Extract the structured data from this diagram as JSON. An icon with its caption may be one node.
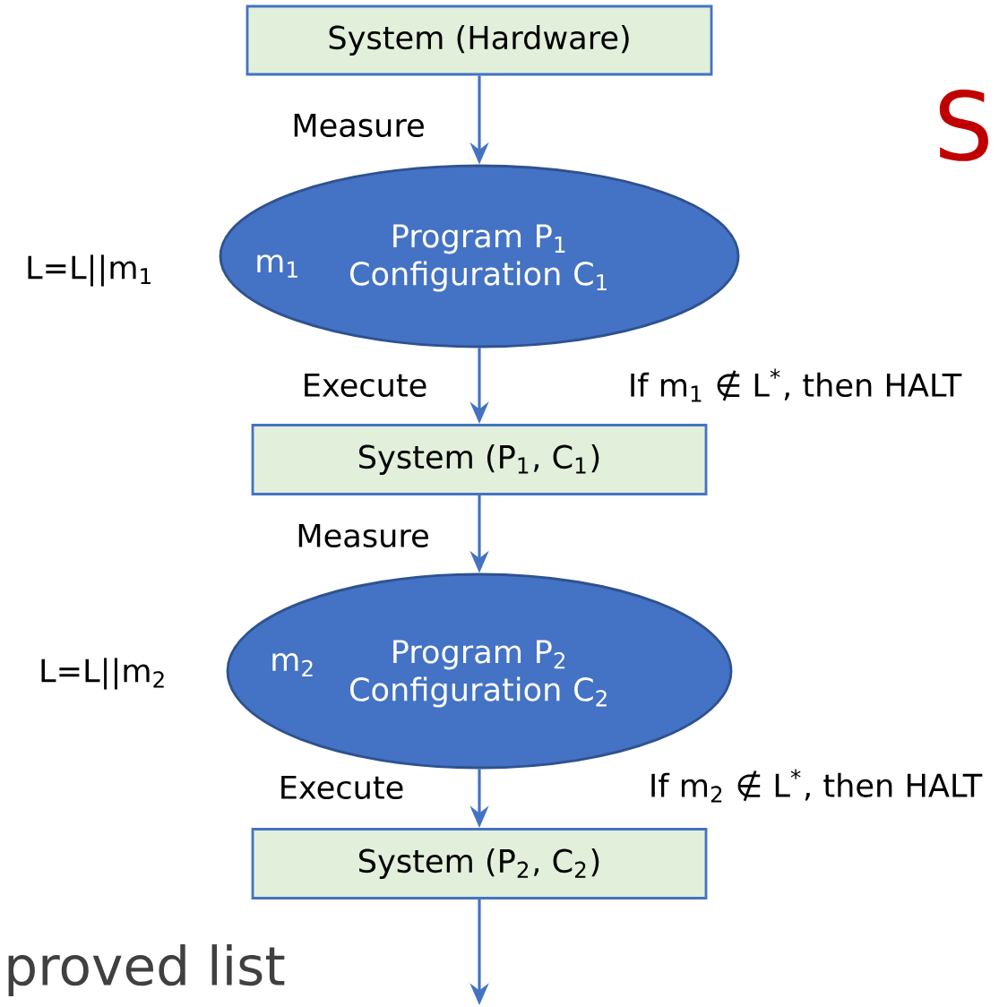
{
  "diagram": {
    "nodes": [
      {
        "text": [
          "System (Hardware)"
        ]
      },
      {
        "text": [
          "m$_{1}$",
          "Program P$_{1}$ Configuration C$_{1}$"
        ],
        "beside": [
          "L=L||m$_{1}$"
        ]
      },
      {
        "text": [
          "System (P$_{1}$, C$_{1}$)"
        ]
      },
      {
        "text": [
          "m$_{2}$",
          "Program P$_{2}$ Configuration C$_{2}$"
        ],
        "beside": [
          "L=L||m$_{2}$"
        ]
      },
      {
        "text": [
          "System (P$_{2}$, C$_{2}$)"
        ]
      }
    ],
    "edges": [
      {
        "from": 0,
        "to": 1,
        "arrow": "to",
        "label": "Measure"
      },
      {
        "from": 1,
        "to": 2,
        "arrow": "to",
        "label": "Execute"
      },
      {
        "from": 2,
        "to": 3,
        "arrow": "to",
        "label": "Measure"
      },
      {
        "from": 3,
        "to": 4,
        "arrow": "to",
        "label": "Execute"
      },
      {
        "from": 4,
        "to": null,
        "arrow": "to"
      }
    ],
    "labels": [
      "S",
      "If m$_{1}$ ∉ L$^{*}$, then HALT",
      "If m$_{2}$ ∉ L$^{*}$, then HALT",
      "proved list"
    ]
  }
}
